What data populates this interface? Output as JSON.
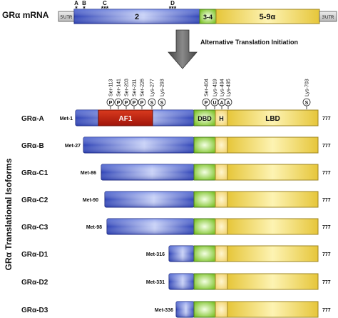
{
  "mrna": {
    "label": "GRα mRNA",
    "utr5": "5'UTR",
    "utr3": "3'UTR",
    "exon2": "2",
    "exon34": "3-4",
    "exon59": "5-9α",
    "markers": [
      "A",
      "B",
      "C",
      "D"
    ],
    "stars_a": "*",
    "stars_b": "*",
    "stars_c": "***",
    "stars_d": "***"
  },
  "arrow_label": "Alternative Translation Initiation",
  "ptm_sites": [
    {
      "label": "Ser-113",
      "symbol": "P"
    },
    {
      "label": "Ser-141",
      "symbol": "P"
    },
    {
      "label": "Ser-203",
      "symbol": "P"
    },
    {
      "label": "Ser-211",
      "symbol": "P"
    },
    {
      "label": "Ser-226",
      "symbol": "P"
    },
    {
      "label": "Lys-277",
      "symbol": "S"
    },
    {
      "label": "Lys-293",
      "symbol": "S"
    },
    {
      "label": "Ser-404",
      "symbol": "P"
    },
    {
      "label": "Lys-419",
      "symbol": "U"
    },
    {
      "label": "Lys-494",
      "symbol": "A"
    },
    {
      "label": "Lys-495",
      "symbol": "A"
    },
    {
      "label": "Lys-703",
      "symbol": "S"
    }
  ],
  "domains": {
    "af1": "AF1",
    "dbd": "DBD",
    "hinge": "H",
    "lbd": "LBD"
  },
  "side_label": "GRα Translational Isoforms",
  "isoforms": [
    {
      "name": "GRα-A",
      "start": "Met-1",
      "end": "777"
    },
    {
      "name": "GRα-B",
      "start": "Met-27",
      "end": "777"
    },
    {
      "name": "GRα-C1",
      "start": "Met-86",
      "end": "777"
    },
    {
      "name": "GRα-C2",
      "start": "Met-90",
      "end": "777"
    },
    {
      "name": "GRα-C3",
      "start": "Met-98",
      "end": "777"
    },
    {
      "name": "GRα-D1",
      "start": "Met-316",
      "end": "777"
    },
    {
      "name": "GRα-D2",
      "start": "Met-331",
      "end": "777"
    },
    {
      "name": "GRα-D3",
      "start": "Met-336",
      "end": "777"
    }
  ],
  "colors": {
    "blue": "#3b55c9",
    "green": "#8fcf3a",
    "yellow": "#ead04c",
    "red": "#c2200e",
    "arrow": "#5a5a5a",
    "utr": "#cfcfcf"
  }
}
